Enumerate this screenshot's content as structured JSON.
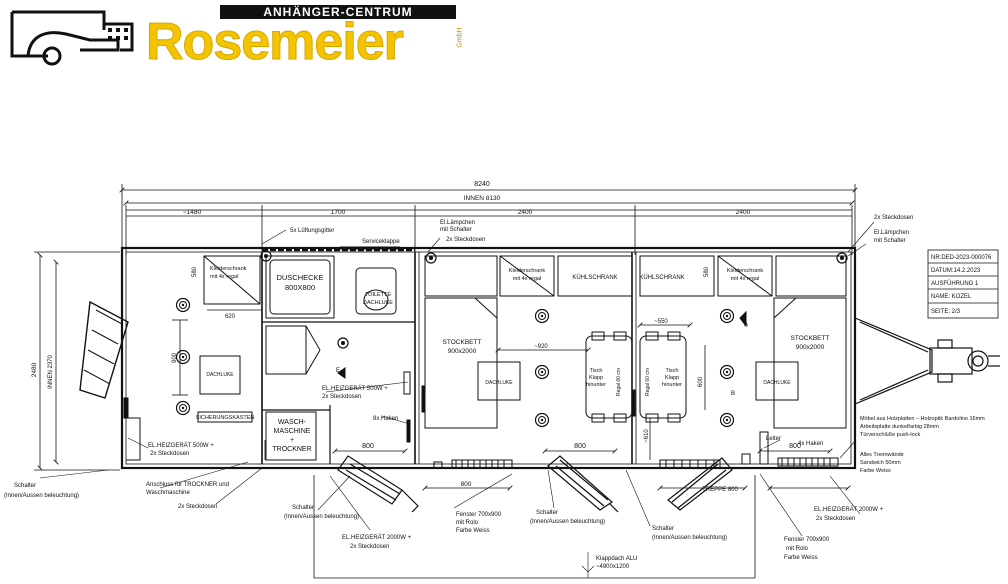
{
  "brand": {
    "banner": "ANHÄNGER-CENTRUM",
    "name": "Rosemeier",
    "suffix": "GmbH"
  },
  "dims": {
    "overall": "8240",
    "inner": "INNEN 8130",
    "seg1": "~1480",
    "seg2": "1700",
    "seg3": "2400",
    "seg4": "2400",
    "height": "2480",
    "inner_height": "INNEN 2370",
    "d620": "620",
    "d900": "900",
    "d580a": "580",
    "d580b": "580",
    "d920": "~920",
    "d550": "~550",
    "d600": "600",
    "d610": "~610",
    "d800a": "800",
    "d800b": "800",
    "d800c": "800",
    "d800d": "800",
    "treppe": "TREPPE 800"
  },
  "rooms": {
    "dusche": [
      "DUSCHECKE",
      "800X800"
    ],
    "toilette": [
      "TOILETTE",
      "DACHLUKE"
    ],
    "waschmaschine": [
      "WASCH-",
      "MASCHINE",
      "+",
      "TROCKNER"
    ],
    "sicherungskasten": "SICHERUNGSKASTEN",
    "stockbett1": [
      "STOCKBETT",
      "900x2000"
    ],
    "stockbett2": [
      "STOCKBETT",
      "900x2000"
    ],
    "dachluke1": "DACHLUKE",
    "dachluke2": "DACHLUKE",
    "dachluke3": "DACHLUKE",
    "kuehl1": "KÜHLSCHRANK",
    "kuehl2": "KÜHLSCHRANK",
    "kleider1": [
      "Kleiderschrank",
      "mit 4x regal"
    ],
    "kleider2": [
      "Kleiderschrank",
      "mit 4x regal"
    ],
    "kleider3": [
      "Kleiderschrank",
      "mit 4x regal"
    ],
    "tisch1": [
      "Tisch",
      "Klapp",
      "hinunter"
    ],
    "tisch2": [
      "Tisch",
      "Klapp",
      "hinunter"
    ],
    "regal1": "Regal 60 cm",
    "regal2": "Regal 60 cm",
    "e_label": "E",
    "a_label": "A",
    "b_label": "B"
  },
  "annotations": {
    "lueftung": "5x Lüftungsgitter",
    "service": "Serviceklappe",
    "el_lampe_top1": "El.Lämpchen",
    "el_lampe_top2": "mit Schalter",
    "steck_top": "2x Steckdosen",
    "steck_right": "2x Steckdosen",
    "el_lampe_r1": "El.Lämpchen",
    "el_lampe_r2": "mit Schalter",
    "heiz_mid1": "EL.HEIZGERÄT 500W +",
    "heiz_mid2": "2x Steckdosen",
    "haken1": "8x Haken",
    "heiz_left1": "EL.HEIZGERÄT 500W +",
    "heiz_left2": "2x Steckdosen",
    "leiter": "Leiter",
    "haken2": "4x Haken",
    "schalter1a": "Schalter",
    "schalter1b": "(Innen/Aussen beleuchtung)",
    "anschluss1": "Anschluss für TROCKNER und",
    "anschluss2": "Waschmaschine",
    "steck_bottom": "2x Steckdosen",
    "schalter2a": "Schalter",
    "schalter2b": "(Innen/Aussen beleuchtung)",
    "heiz_b1": "EL.HEIZGERÄT 2000W +",
    "heiz_b2": "2x Steckdosen",
    "fenster1a": "Fenster 700x900",
    "fenster1b": "mit Rolo",
    "fenster1c": "Farbe Weiss",
    "schalter3a": "Schalter",
    "schalter3b": "(Innen/Aussen beleuchtung)",
    "schalter4a": "Schalter",
    "schalter4b": "(Innen/Aussen beleuchtung)",
    "klapp1": "Klappdach ALU",
    "klapp2": "~4900x1200",
    "heiz_r1": "EL.HEIZGERÄT 2000W +",
    "heiz_r2": "2x Steckdosen",
    "fenster2a": "Fenster 700x900",
    "fenster2b": "mit Rolo",
    "fenster2c": "Farbe Weiss",
    "moebel1": "Möbel aus Holzplatten – Holzoptik Bardolino 16mm",
    "moebel2": "Arbeitsplatte dunkelfarbig 28mm",
    "moebel3": "Türverschlüße push-lock",
    "waende1": "Alles Trennwände",
    "waende2": "Sandwich 50mm",
    "waende3": "Farbe Weiss"
  },
  "titleblock": {
    "nr": "NR:DED-2023-000076",
    "datum": "DATUM:14.2.2023",
    "ausfuehrung": "AUSFÜHRUNG   1",
    "name": "NAME: KOZEL",
    "seite": "SEITE:     2/3"
  }
}
